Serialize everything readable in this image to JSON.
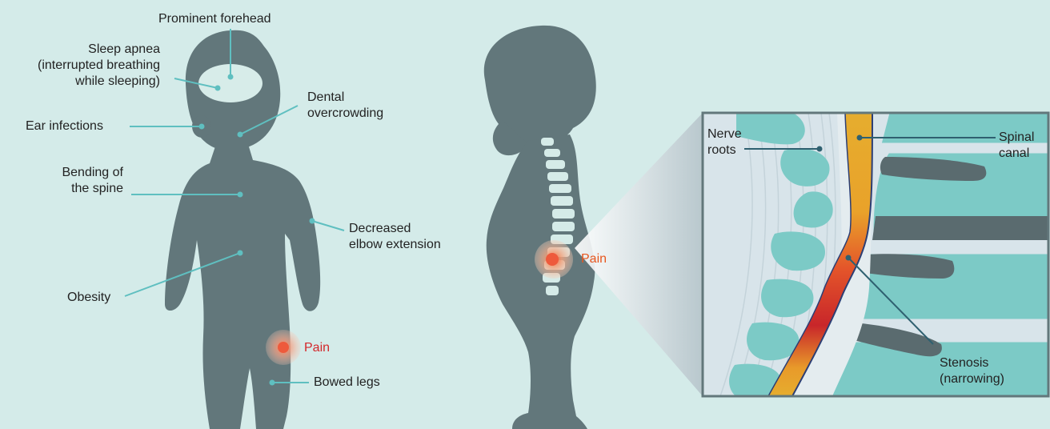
{
  "labels": {
    "prominent_forehead": "Prominent forehead",
    "sleep_apnea_1": "Sleep apnea",
    "sleep_apnea_2": "(interrupted breathing",
    "sleep_apnea_3": "while sleeping)",
    "ear_infections": "Ear infections",
    "dental_1": "Dental",
    "dental_2": "overcrowding",
    "bending_1": "Bending of",
    "bending_2": "the spine",
    "elbow_1": "Decreased",
    "elbow_2": "elbow extension",
    "obesity": "Obesity",
    "pain_front": "Pain",
    "bowed_legs": "Bowed legs",
    "pain_side": "Pain",
    "nerve_1": "Nerve",
    "nerve_2": "roots",
    "canal_1": "Spinal",
    "canal_2": "canal",
    "stenosis_1": "Stenosis",
    "stenosis_2": "(narrowing)"
  },
  "colors": {
    "background": "#d4ebe9",
    "silhouette": "#62777b",
    "leader": "#5fbfc0",
    "vertebra": "#7ccac6",
    "disc": "#5a6b6f",
    "canal": "#e8a92a",
    "stenosis": "#c8262a",
    "pain_orange": "#e8561e",
    "pain_red": "#d3272b"
  }
}
